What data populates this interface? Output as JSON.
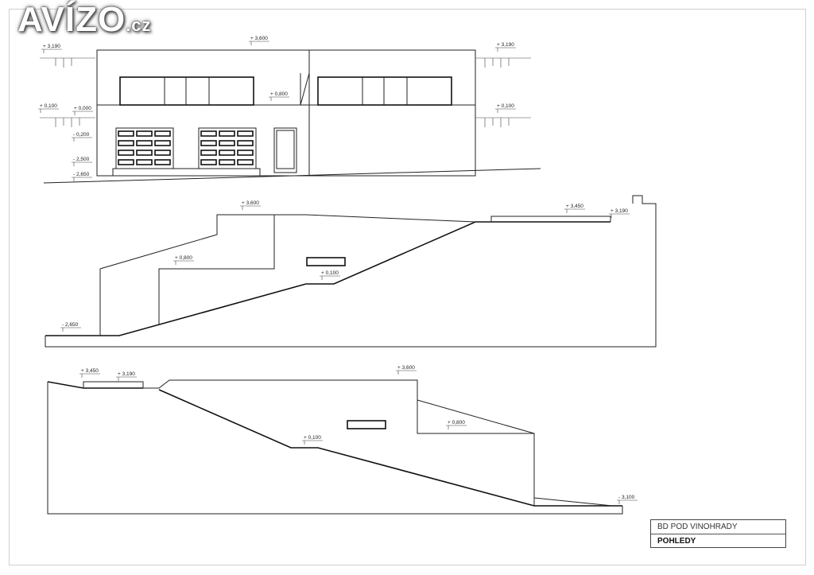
{
  "logo": {
    "text": "AVÍZO",
    "suffix": ".cz"
  },
  "title_block": {
    "project": "BD POD VINOHRADY",
    "sheet": "POHLEDY"
  },
  "elevation_1": {
    "labels": [
      "+ 3,190",
      "+ 3,600",
      "+ 3,190",
      "+ 0,800",
      "+ 0,100",
      "+ 0,000",
      "+ 0,100",
      "- 0,200",
      "- 2,500",
      "- 2,650"
    ]
  },
  "elevation_2": {
    "labels": [
      "+ 3,600",
      "+ 3,450",
      "+ 3,190",
      "+ 0,800",
      "+ 0,100",
      "- 2,650"
    ]
  },
  "elevation_3": {
    "labels": [
      "+ 3,450",
      "+ 3,190",
      "+ 3,600",
      "+ 0,800",
      "+ 0,100",
      "- 3,100"
    ]
  }
}
